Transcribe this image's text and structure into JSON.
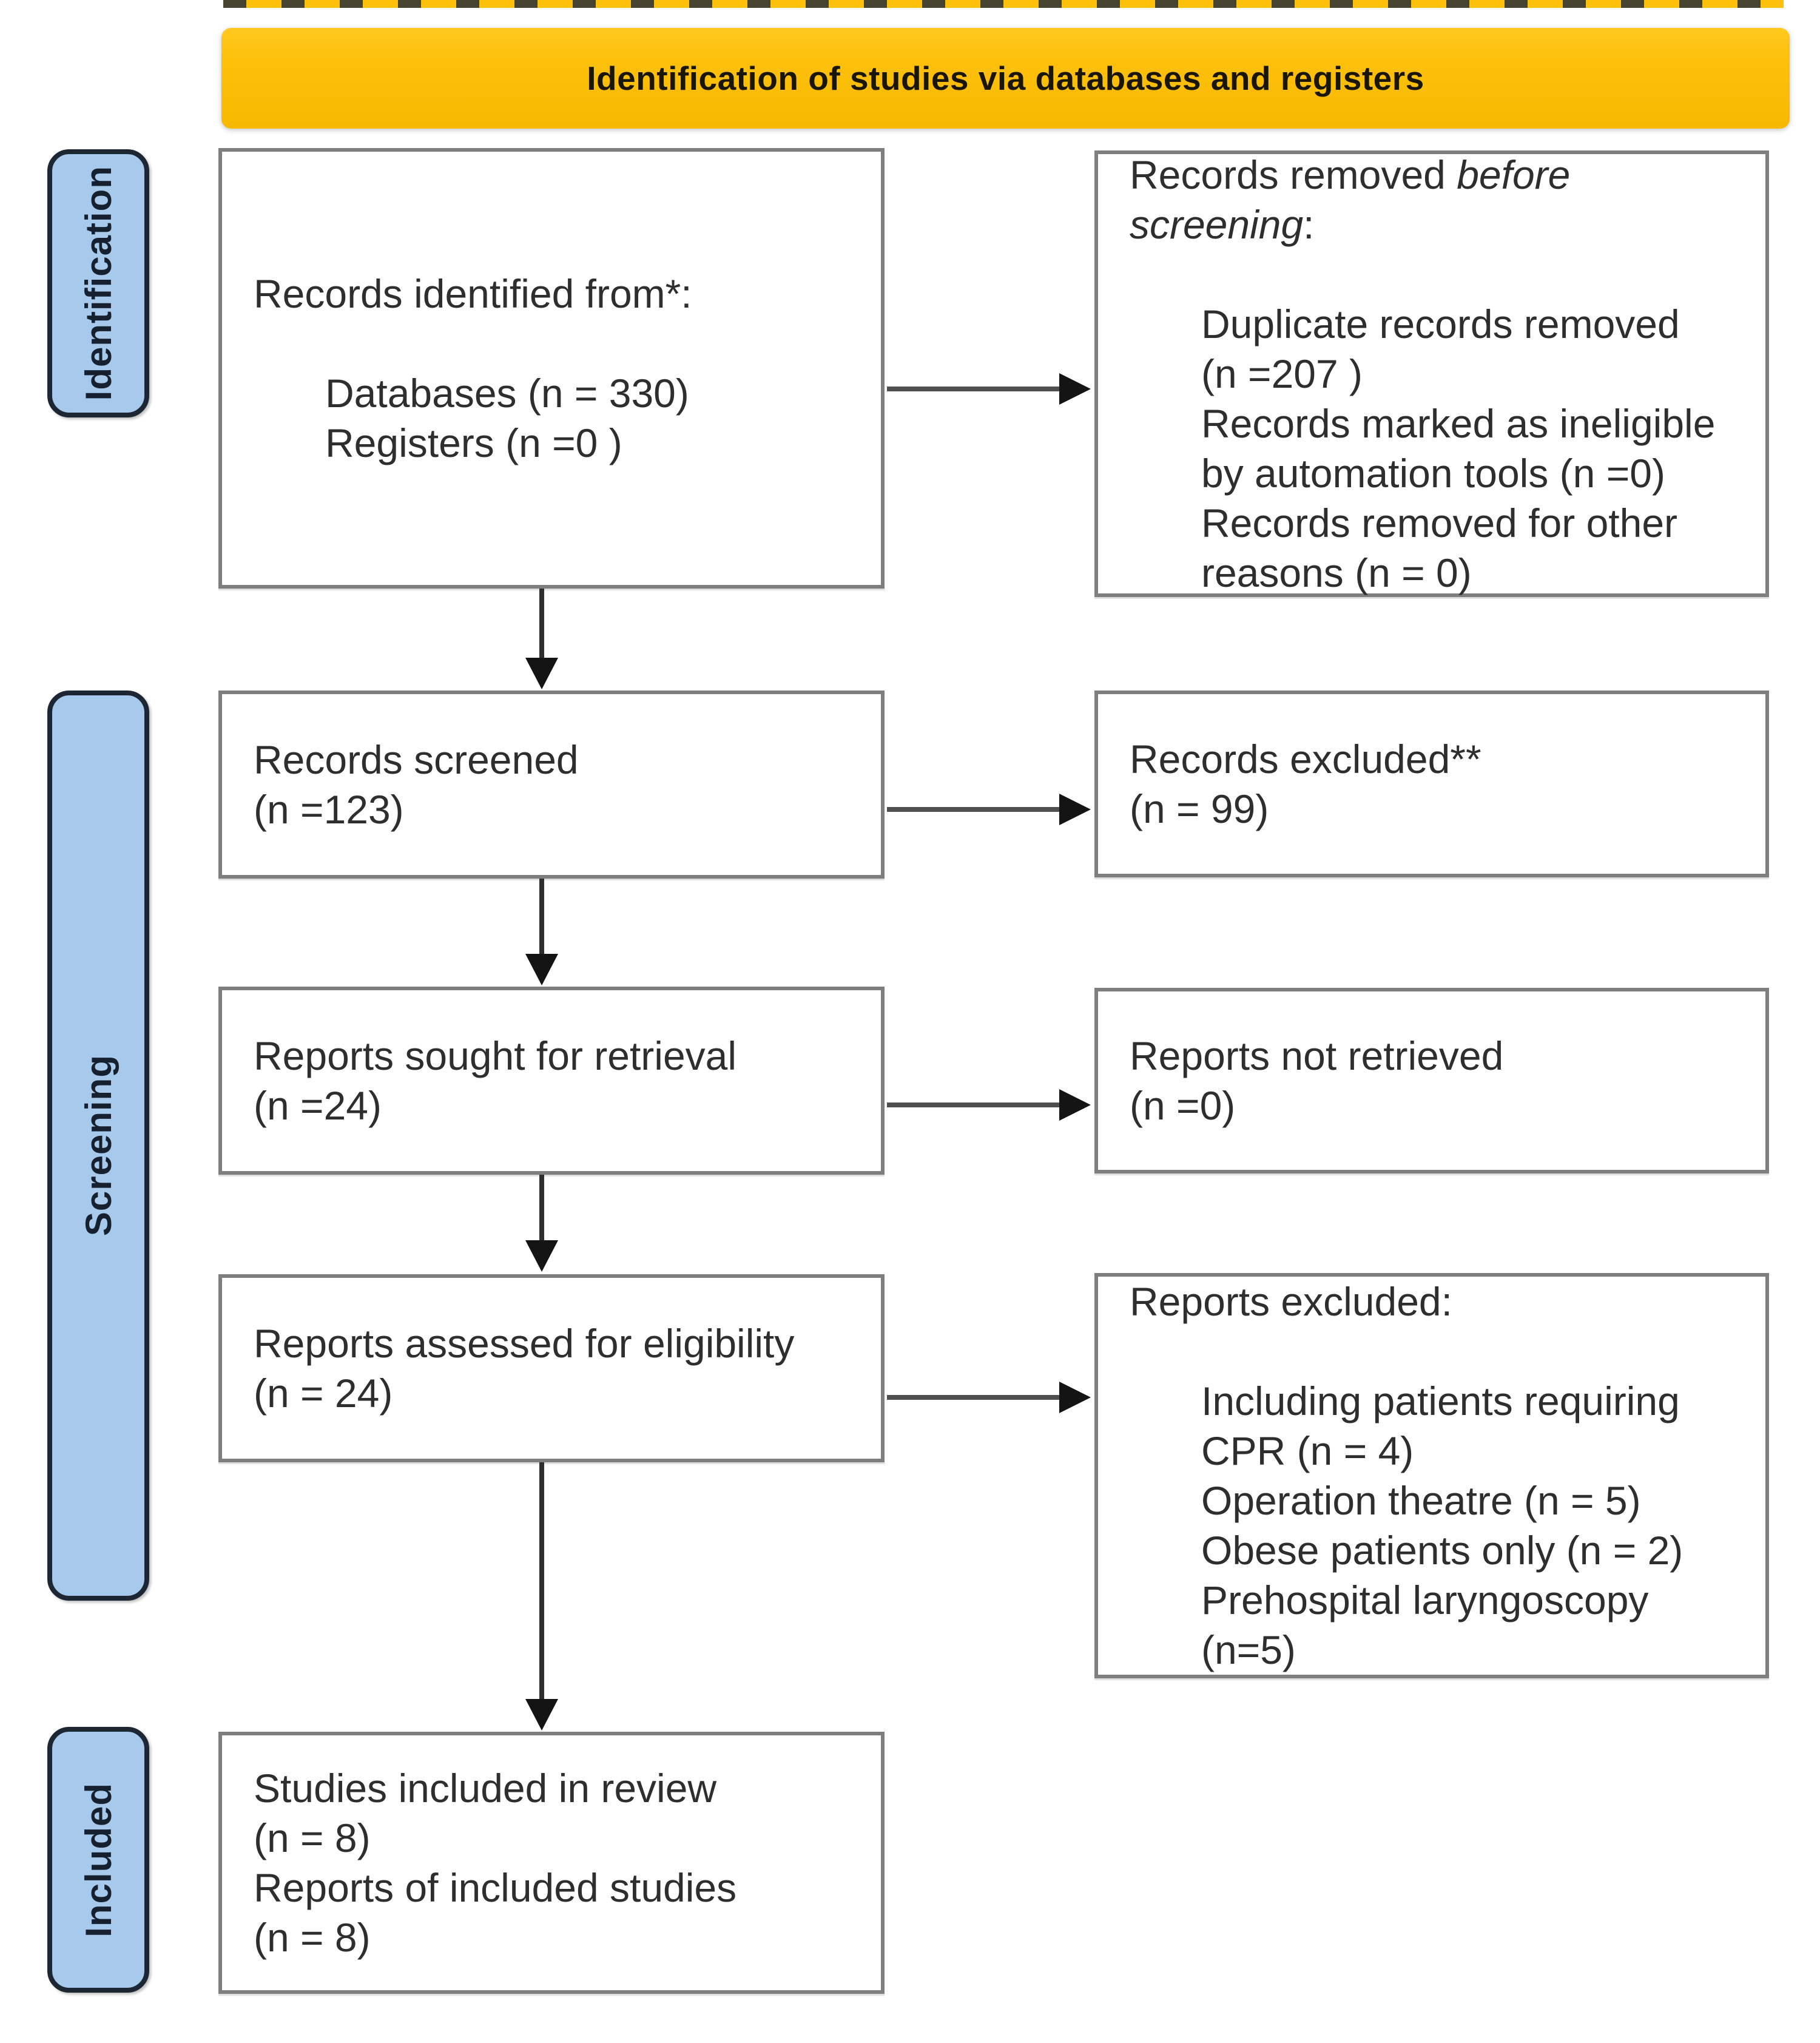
{
  "banner": {
    "title": "Identification of studies via databases and registers"
  },
  "sidebar": {
    "items": [
      {
        "label": "Identification"
      },
      {
        "label": "Screening"
      },
      {
        "label": "Included"
      }
    ]
  },
  "flow": {
    "identification": {
      "records_identified": {
        "title": "Records identified from*:",
        "items": "Databases (n = 330)\nRegisters (n =0 )"
      },
      "records_removed": {
        "prefix": "Records removed ",
        "italic": "before\nscreening",
        "suffix": ":",
        "items": "Duplicate records removed\n(n =207 )\nRecords marked as ineligible\nby automation tools (n =0)\nRecords removed for other\nreasons (n = 0)"
      }
    },
    "screening": {
      "records_screened": "Records screened\n(n =123)",
      "records_excluded": "Records excluded**\n(n = 99)",
      "reports_sought": "Reports sought for retrieval\n(n =24)",
      "reports_not_retrieved": "Reports not retrieved\n(n =0)",
      "reports_assessed": "Reports assessed for eligibility\n(n = 24)",
      "reports_excluded": {
        "title": "Reports excluded:",
        "items": "Including patients requiring\nCPR (n = 4)\nOperation theatre (n = 5)\nObese patients only (n = 2)\nPrehospital laryngoscopy\n(n=5)"
      }
    },
    "included": {
      "studies_included": "Studies included in review\n(n = 8)\nReports of included studies\n(n = 8)"
    }
  },
  "colors": {
    "accent_yellow": "#FDC00D",
    "box_blue": "#A6C9EC",
    "box_blue_border": "#1C2733",
    "box_border": "#7E7E7E",
    "arrow_stem": "#4F4F4F",
    "arrow_head": "#141414",
    "text": "#2E2E2E",
    "title_text": "#1A1604",
    "side_text": "#16202E"
  }
}
